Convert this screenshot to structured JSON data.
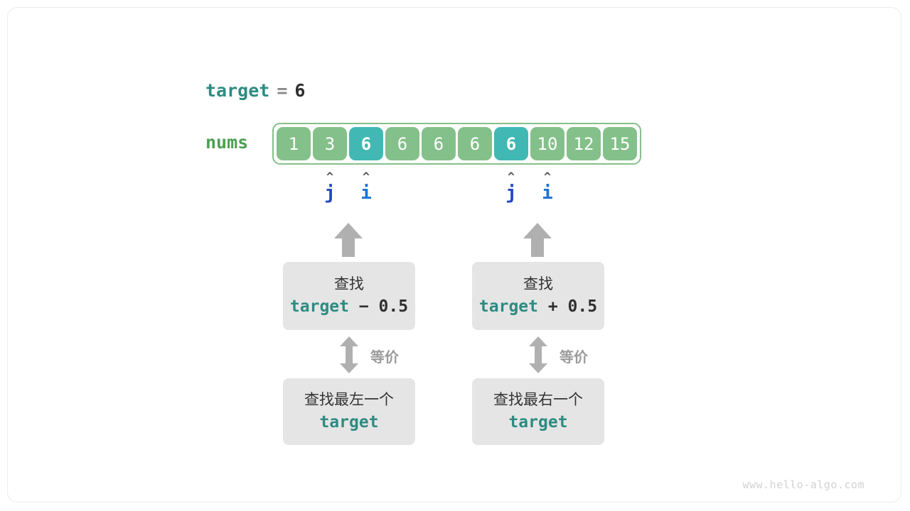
{
  "diagram": {
    "title_expr": {
      "name": "target",
      "operator": "=",
      "value": "6"
    },
    "array": {
      "label": "nums",
      "values": [
        "1",
        "3",
        "6",
        "6",
        "6",
        "6",
        "6",
        "10",
        "12",
        "15"
      ],
      "highlighted_indices": [
        2,
        6
      ],
      "cell_color": "#84c08a",
      "highlight_color": "#41b8b4",
      "border_color": "#84c08a"
    },
    "pointers": [
      {
        "name": "j",
        "caret": "^",
        "index": 1,
        "group": "left",
        "color": "#2346c8"
      },
      {
        "name": "i",
        "caret": "^",
        "index": 2,
        "group": "left",
        "color": "#1b73d4"
      },
      {
        "name": "j",
        "caret": "^",
        "index": 6,
        "group": "right",
        "color": "#2346c8"
      },
      {
        "name": "i",
        "caret": "^",
        "index": 7,
        "group": "right",
        "color": "#1b73d4"
      }
    ],
    "left_branch": {
      "upper_box": {
        "line1": "查找",
        "expr_target": "target",
        "expr_op": " − 0.5"
      },
      "equiv_label": "等价",
      "lower_box": {
        "line1": "查找最左一个",
        "line2": "target"
      }
    },
    "right_branch": {
      "upper_box": {
        "line1": "查找",
        "expr_target": "target",
        "expr_op": " + 0.5"
      },
      "equiv_label": "等价",
      "lower_box": {
        "line1": "查找最右一个",
        "line2": "target"
      }
    },
    "watermark": "www.hello-algo.com",
    "colors": {
      "accent_teal": "#2e8b82",
      "accent_green": "#4e9f53",
      "gray_box": "#e5e5e5",
      "arrow_gray": "#b0b0b0"
    }
  }
}
